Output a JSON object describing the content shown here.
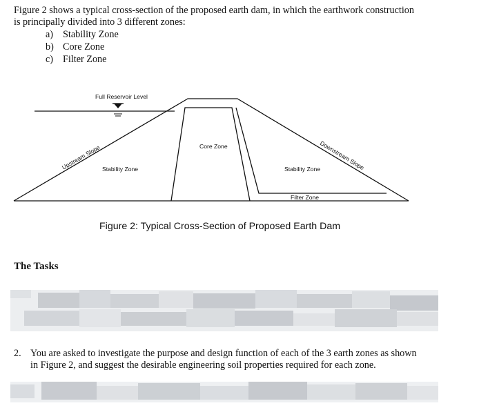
{
  "intro": {
    "line1": "Figure 2 shows a typical cross-section of the proposed earth dam, in which the earthwork construction",
    "line2": "is principally divided into 3 different zones:"
  },
  "zones": [
    {
      "letter": "a)",
      "label": "Stability Zone"
    },
    {
      "letter": "b)",
      "label": "Core Zone"
    },
    {
      "letter": "c)",
      "label": "Filter Zone"
    }
  ],
  "figure": {
    "reservoir_label": "Full Reservoir Level",
    "core_label": "Core Zone",
    "stability_left_label": "Stability Zone",
    "stability_right_label": "Stability Zone",
    "filter_label": "Filter Zone",
    "upstream_label": "Upstream Slope",
    "downstream_label": "Downstream Slope"
  },
  "caption": "Figure 2: Typical Cross-Section of Proposed Earth Dam",
  "tasks_heading": "The Tasks",
  "task2": {
    "number": "2.",
    "line1": "You are asked to investigate the purpose and design function of each of the 3 earth zones as shown",
    "line2": "in Figure 2, and suggest the desirable engineering soil properties required for each zone."
  }
}
